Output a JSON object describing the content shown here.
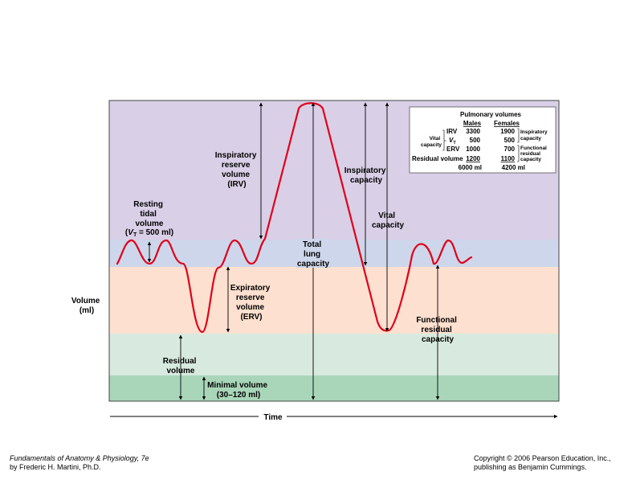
{
  "colors": {
    "irv_band": "#d9cfe6",
    "tidal_band": "#cdd6ea",
    "erv_band": "#fde0cf",
    "residual_band": "#d8eadf",
    "minimal_band": "#a9d6b9",
    "trace": "#e0001b"
  },
  "labels": {
    "resting_tidal": [
      "Resting",
      "tidal",
      "volume"
    ],
    "resting_tidal_eq": {
      "open": "(",
      "v": "V",
      "sub": "T",
      "rest": " = 500 ml)"
    },
    "irv": [
      "Inspiratory",
      "reserve",
      "volume",
      "(IRV)"
    ],
    "erv": [
      "Expiratory",
      "reserve",
      "volume",
      "(ERV)"
    ],
    "total": [
      "Total",
      "lung",
      "capacity"
    ],
    "inspiratory_capacity": [
      "Inspiratory",
      "capacity"
    ],
    "vital_capacity": [
      "Vital",
      "capacity"
    ],
    "frc": [
      "Functional",
      "residual",
      "capacity"
    ],
    "residual": [
      "Residual",
      "volume"
    ],
    "minimal": [
      "Minimal volume",
      "(30–120 ml)"
    ],
    "y_axis": [
      "Volume",
      "(ml)"
    ],
    "x_axis": "Time"
  },
  "table": {
    "title": "Pulmonary volumes",
    "col_males": "Males",
    "col_females": "Females",
    "vital_label": [
      "Vital",
      "capacity"
    ],
    "rows": [
      {
        "name": "IRV",
        "males": "3300",
        "females": "1900"
      },
      {
        "name_v": "V",
        "name_sub": "T",
        "males": "500",
        "females": "500"
      },
      {
        "name": "ERV",
        "males": "1000",
        "females": "700"
      },
      {
        "name": "Residual volume",
        "males": "1200",
        "females": "1100"
      }
    ],
    "totals": {
      "males": "6000 ml",
      "females": "4200 ml"
    },
    "right_labels": {
      "inspiratory": [
        "Inspiratory",
        "capacity"
      ],
      "frc": [
        "Functional",
        "residual",
        "capacity"
      ]
    }
  },
  "footer": {
    "book": "Fundamentals of Anatomy & Physiology, 7e",
    "author": "by Frederic H. Martini, Ph.D.",
    "copyright": "Copyright © 2006 Pearson Education, Inc.,",
    "publisher": "publishing as Benjamin Cummings."
  }
}
